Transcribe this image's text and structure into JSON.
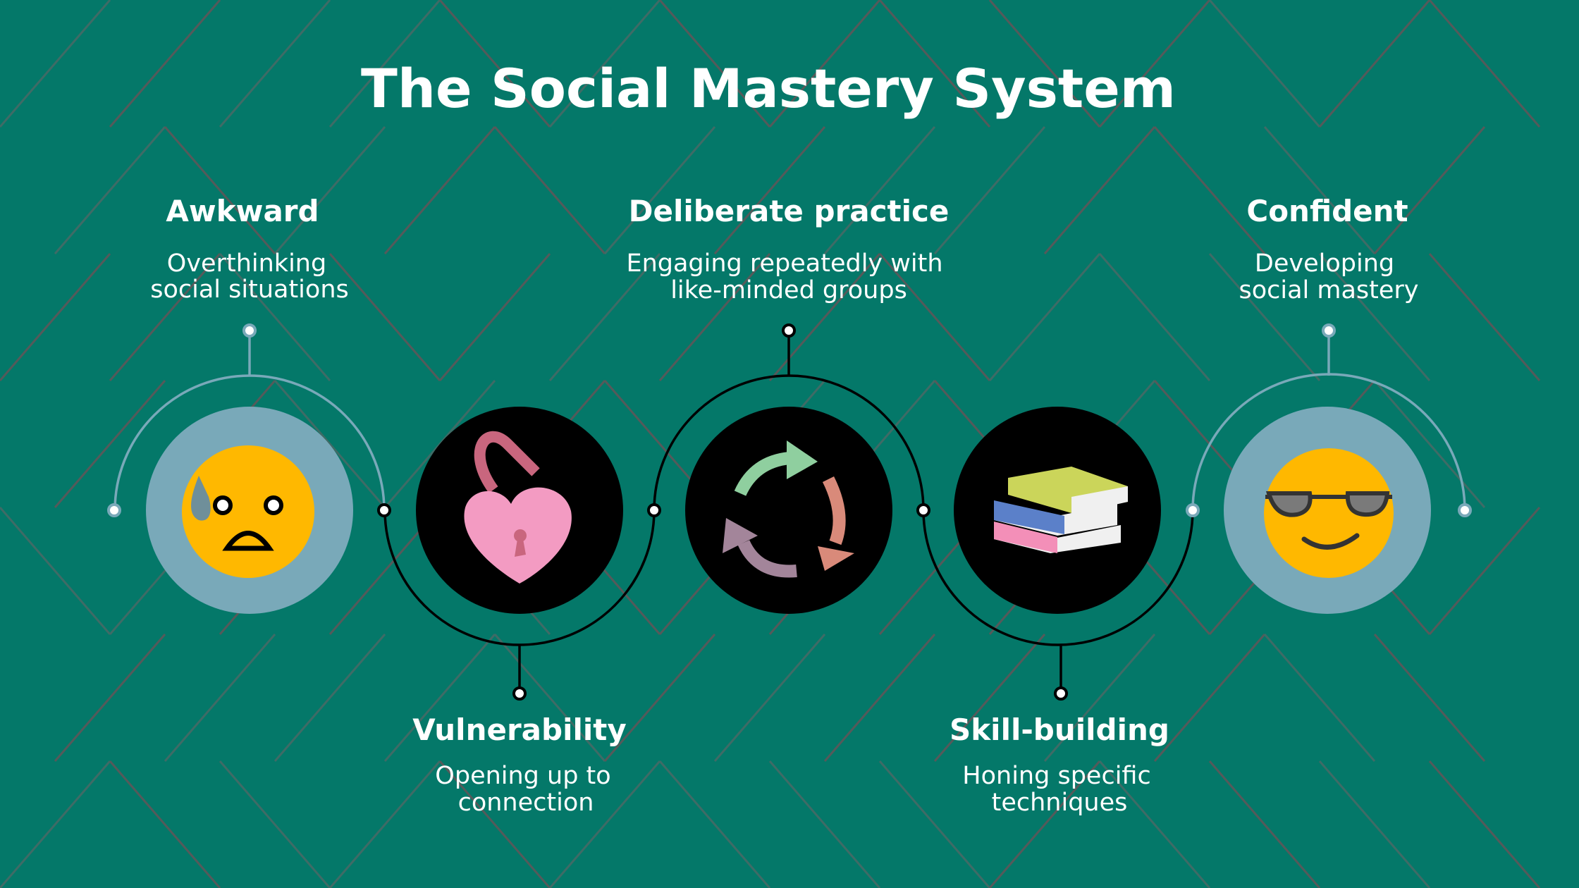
{
  "title": "The Social Mastery System",
  "colors": {
    "background": "#047869",
    "pattern": "#555a5a",
    "accent_light": "#79a9b9",
    "face": "#ffb800"
  },
  "stages": [
    {
      "title": "Awkward",
      "desc_lines": [
        "Overthinking",
        "social situations"
      ],
      "icon": "anxious-face-icon"
    },
    {
      "title": "Vulnerability",
      "desc_lines": [
        "Opening up to",
        "connection"
      ],
      "icon": "heart-padlock-icon"
    },
    {
      "title": "Deliberate practice",
      "desc_lines": [
        "Engaging repeatedly with",
        "like-minded groups"
      ],
      "icon": "cycle-arrows-icon"
    },
    {
      "title": "Skill-building",
      "desc_lines": [
        "Honing specific",
        "techniques"
      ],
      "icon": "books-icon"
    },
    {
      "title": "Confident",
      "desc_lines": [
        "Developing",
        "social mastery"
      ],
      "icon": "sunglasses-face-icon"
    }
  ]
}
